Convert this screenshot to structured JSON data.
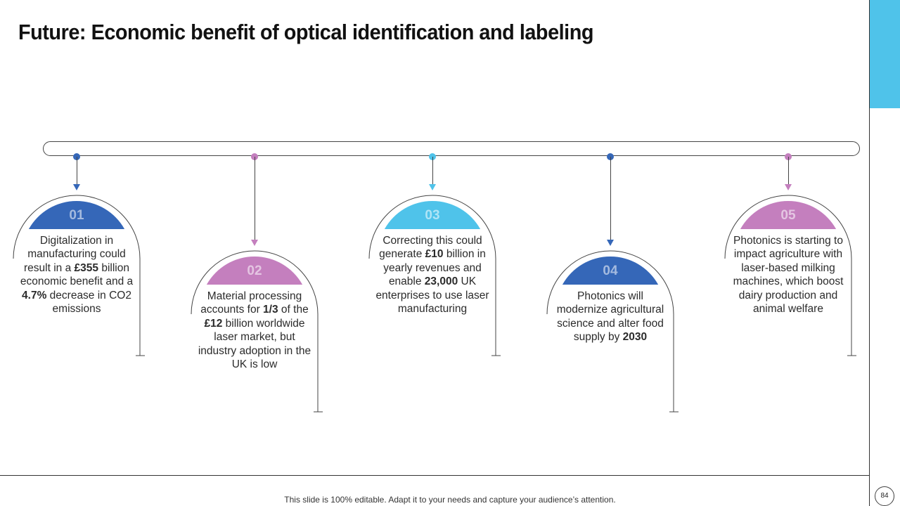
{
  "title": "Future: Economic benefit of optical identification and labeling",
  "footer": "This slide is 100% editable. Adapt it to your needs and capture your audience’s attention.",
  "page_number": "84",
  "colors": {
    "dark_blue": "#3567b8",
    "pink": "#c47fbe",
    "light_blue": "#4fc3ea"
  },
  "items": [
    {
      "number": "01",
      "color": "#3567b8",
      "pre": "Digitalization in manufacturing could result in a ",
      "b1": "£355",
      "mid": " billion economic benefit and a ",
      "b2": "4.7%",
      "post": " decrease in CO2 emissions"
    },
    {
      "number": "02",
      "color": "#c47fbe",
      "pre": "Material processing accounts for ",
      "b1": "1/3",
      "mid": " of the ",
      "b2": "£12",
      "post": " billion worldwide laser market, but industry adoption in the UK is low"
    },
    {
      "number": "03",
      "color": "#4fc3ea",
      "pre": "Correcting this could generate ",
      "b1": "£10",
      "mid": " billion in yearly revenues and enable ",
      "b2": "23,000",
      "post": " UK enterprises to use laser manufacturing"
    },
    {
      "number": "04",
      "color": "#3567b8",
      "pre": "Photonics will modernize agricultural science and alter food supply by ",
      "b1": "2030",
      "mid": "",
      "b2": "",
      "post": ""
    },
    {
      "number": "05",
      "color": "#c47fbe",
      "pre": "Photonics is starting to impact agriculture with laser-based milking machines, which boost dairy production and animal welfare",
      "b1": "",
      "mid": "",
      "b2": "",
      "post": ""
    }
  ]
}
